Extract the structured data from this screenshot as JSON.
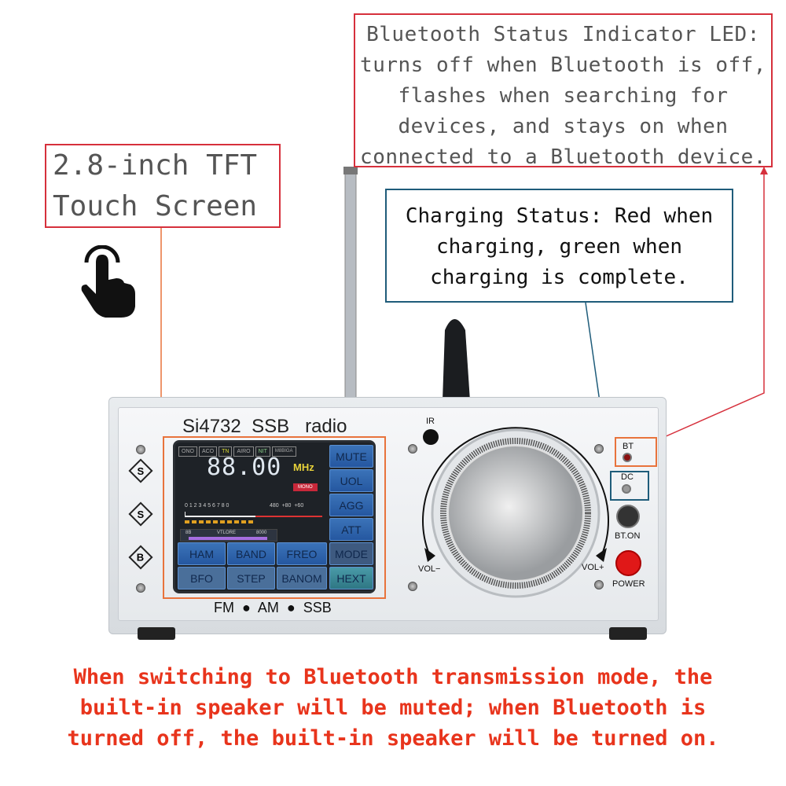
{
  "callouts": {
    "bluetooth_led": "Bluetooth Status Indicator LED:\nturns off when Bluetooth is off,\nflashes when searching for\ndevices, and stays on when\nconnected to a Bluetooth device.",
    "touch_screen": "2.8-inch TFT\n Touch Screen",
    "charging": "Charging Status: Red when\ncharging, green when\ncharging is complete.",
    "bottom_note": "When switching to Bluetooth transmission mode, the\nbuilt-in speaker will be muted; when Bluetooth is\nturned off, the built-in speaker will be turned on."
  },
  "radio": {
    "title": "Si4732  SSB   radio",
    "modes": "FM  ●  AM  ●  SSB",
    "side_logo": [
      "S",
      "S",
      "B"
    ],
    "ir_label": "IR",
    "bt_label": "BT",
    "dc_label": "DC",
    "bt_on_label": "BT.ON",
    "power_label": "POWER",
    "vol_minus": "VOL−",
    "vol_plus": "VOL+"
  },
  "screen": {
    "status_tabs": [
      "ONO",
      "ACO",
      "TN",
      "AIRO",
      "NIT",
      "M8BIGA"
    ],
    "frequency": "88.00",
    "unit": "MHz",
    "mono_badge": "MONO",
    "scale_left": "0 1 2 3 4 5 6 7 8 0",
    "scale_right": "480  +80  +60",
    "slider_left": "8B",
    "slider_mid": "VTLORE",
    "slider_right": "8000",
    "right_buttons": [
      "MUTE",
      "UOL",
      "AGG",
      "ATT",
      "MODE",
      "HEXT"
    ],
    "row1": [
      "HAM",
      "BAND",
      "FREO"
    ],
    "row2": [
      "BFO",
      "STEP",
      "BANOM"
    ]
  },
  "colors": {
    "callout_red": "#d6303c",
    "callout_blue": "#1f5c7a",
    "note_red": "#e8341c"
  }
}
